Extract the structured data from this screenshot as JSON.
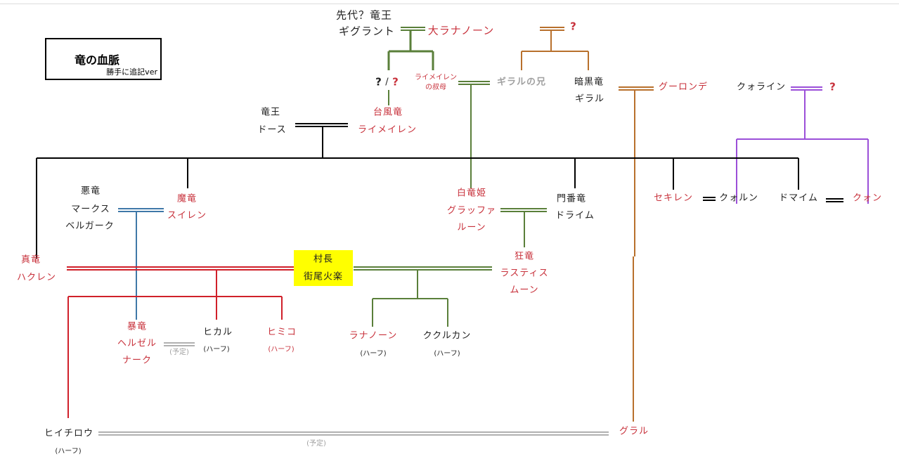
{
  "title": {
    "main": "竜の血脈",
    "sub": "勝手に追記ver"
  },
  "people": {
    "gigrant_title": "先代？竜王",
    "gigrant": "ギグラント",
    "oranano": "大ラナノーン",
    "unknown_q": "?",
    "unknown_slash": "/",
    "aunt_l1": "ライメイレン",
    "aunt_l2": "の叔母",
    "giral_brother": "ギラルの兄",
    "giral_title": "暗黒竜",
    "giral": "ギラル",
    "gurounde": "グーロンデ",
    "quoline": "クォライン",
    "raimeiren_title": "台風竜",
    "raimeiren": "ライメイレン",
    "dose_title": "竜王",
    "dose": "ドース",
    "marks_title": "悪竜",
    "marks_1": "マークス",
    "marks_2": "ベルガーク",
    "suiren_title": "魔竜",
    "suiren": "スイレン",
    "hakuren_title": "真竜",
    "hakuren": "ハクレン",
    "chief_title": "村長",
    "chief": "街尾火楽",
    "graffa_title": "白竜姫",
    "graffa_1": "グラッファ",
    "graffa_2": "ルーン",
    "draim_title": "門番竜",
    "draim": "ドライム",
    "rasutis_title": "狂竜",
    "rasutis_1": "ラスティス",
    "rasutis_2": "ムーン",
    "sekiren": "セキレン",
    "quorun": "クォルン",
    "domaim": "ドマイム",
    "quon": "クォン",
    "helzel_title": "暴竜",
    "helzel_1": "ヘルゼル",
    "helzel_2": "ナーク",
    "planned": "(予定)",
    "hikaru": "ヒカル",
    "himiko": "ヒミコ",
    "ranano": "ラナノーン",
    "kukulkan": "ククルカン",
    "half": "(ハーフ)",
    "hiichirou": "ヒイチロウ",
    "guraru": "グラル"
  },
  "colors": {
    "red_text": "#c8323c",
    "green_line": "#5a7f3a",
    "orange_line": "#b8702c",
    "purple_line": "#9b4fd8",
    "blue_line": "#3f78a8",
    "red_line": "#d0202a",
    "highlight": "#ffff00"
  }
}
